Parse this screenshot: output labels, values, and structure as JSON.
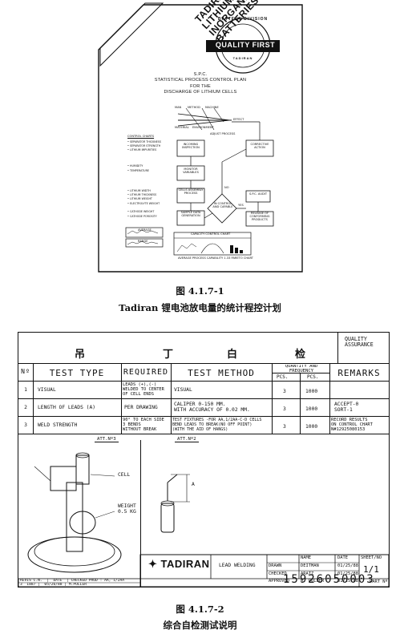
{
  "figure1": {
    "logo_lines": [
      "TADIRAN",
      "LITHIUM",
      "INORGANIC",
      "BATTERIES"
    ],
    "seal": {
      "top": "BATTERY DIVISION",
      "band": "QUALITY FIRST",
      "bottom": "TADIRAN"
    },
    "plan_title": [
      "S.P.C.",
      "STATISTICAL PROCESS CONTROL PLAN",
      "FOR THE",
      "DISCHARGE OF LITHIUM CELLS"
    ],
    "fishbone": {
      "man": "MAN",
      "method": "METHOD",
      "machine": "MACHINE",
      "material": "MATERIAL",
      "environment": "ENVIRONMENT",
      "effect": "EFFECT"
    },
    "adjust_process": "ADJUST PROCESS",
    "control_charts_title": "CONTROL CHARTS",
    "control_charts": [
      "• SEPARATOR THICKNESS",
      "• SEPARATOR STRENGTH",
      "• LITHIUM IMPURITIES",
      "• HUMIDITY",
      "• TEMPERATURE",
      "• LITHIUM WIDTH",
      "• LITHIUM THICKNESS",
      "• LITHIUM WEIGHT",
      "• ELECTROLYTE WEIGHT",
      "• CATHODE WEIGHT",
      "• CATHODE POROSITY"
    ],
    "boxes": {
      "incoming": "INCOMING INSPECTION",
      "monitor": "MONITOR VARIABLES",
      "cells": "CELLS ASSEMBLY PROCESS",
      "sample": "SAMPLE DATA GENERATION",
      "corrective": "CORRECTIVE ACTION",
      "spc_audit": "S.P.C. AUDIT",
      "release": "RELEASE OF CONFORMING PRODUCTS",
      "decision": "IN CONTROL AND CAPABLE",
      "no": "NO",
      "yes": "YES"
    },
    "chart_boxes": {
      "average": "AVERAGE",
      "range": "RANGE"
    },
    "capacity_chart_title": "CAPACITY CONTROL CHART",
    "bottom_labels": "AVERAGE      PROCESS CAPABILITY 1.33      PARETO CHART"
  },
  "caption1": {
    "number": "图 4.1.7-1",
    "title": "Tadiran 锂电池放电量的统计程控计划"
  },
  "figure2": {
    "quality_assurance": "QUALITY\nASSURANCE",
    "chinese_header": [
      "吊",
      "丁",
      "白",
      "检"
    ],
    "columns": {
      "no": "Nº",
      "test_type": "TEST TYPE",
      "required": "REQUIRED",
      "test_method": "TEST METHOD",
      "quantity": "QUANTITY AND FREQUENCY",
      "pcs1": "PCS.",
      "pcs2": "PCS.",
      "remarks": "REMARKS"
    },
    "rows": [
      {
        "no": "1",
        "type": "VISUAL",
        "required": "LEADS (+),(-)\nWELDED TO CENTER\nOF CELL ENDS",
        "method": "VISUAL",
        "q1": "3",
        "q2": "1000",
        "remarks": ""
      },
      {
        "no": "2",
        "type": "LENGTH OF LEADS (A)",
        "required": "PER DRAWING",
        "method": "CALIPER 0-150 MM.\nWITH ACCURACY OF 0.02 MM.",
        "q1": "3",
        "q2": "1000",
        "remarks": "ACCEPT-0\nSORT-1"
      },
      {
        "no": "3",
        "type": "WELD STRENGTH",
        "required": "90° TO EACH SIDE\n3 BENDS\nWITHOUT BREAK",
        "method": "TEST FIXTURES -FOR AA,1/2AA-C-D CELLS\nBEND LEADS TO BREAK(NO OFF POINT)\n(WITH THE AID OF HANGS)",
        "q1": "3",
        "q2": "1000",
        "remarks": "RECORD RESULTS\nON CONTROL CHART\nN#12925080153"
      }
    ],
    "att3": "ATT.Nº3",
    "att2": "ATT.Nº2",
    "cell_label": "CELL",
    "weight_label": "WEIGHT\n0.5 KG",
    "dim_a": "A",
    "logo": "TADIRAN",
    "title_block": {
      "product": "LEAD WELDING",
      "name_hdr": "NAME",
      "date_hdr": "DATE",
      "sheet_hdr": "SHEET/NO",
      "rows": [
        {
          "role": "DRAWN",
          "name": "DEITMAN",
          "date": "01/25/88"
        },
        {
          "role": "CHECKED",
          "name": "ARATZ",
          "date": "01/25/88"
        },
        {
          "role": "APPROVED",
          "name": "M. PULLER",
          "date": "01/25/88"
        }
      ],
      "sheet": "1/1",
      "part_number": "15926050003",
      "part_label": "PART Nº",
      "rev_header": "REVIS C.N.  |  DATE  | CHECKED PROD : AA, 1/2AA",
      "rev_row": "3  1887 |  05/26/88 | M.PULLER"
    }
  },
  "caption2": {
    "number": "图 4.1.7-2",
    "title": "综合自检测试说明"
  }
}
